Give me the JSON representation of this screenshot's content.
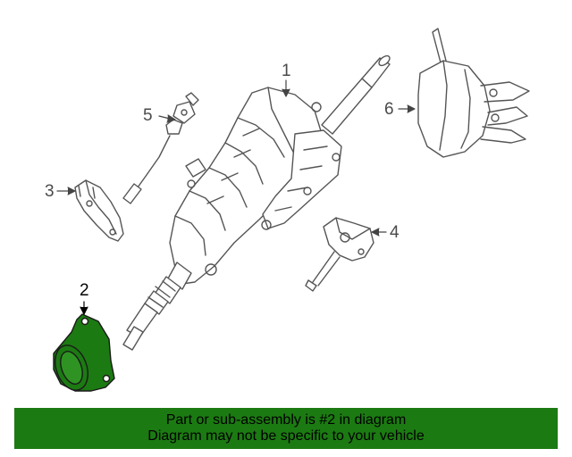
{
  "callouts": {
    "part1": "1",
    "part2": "2",
    "part3": "3",
    "part4": "4",
    "part5": "5",
    "part6": "6"
  },
  "banner": {
    "line1": "Part or sub-assembly is #2 in diagram",
    "line2": "Diagram may not be specific to your vehicle"
  },
  "colors": {
    "highlight": "#1c7a12",
    "line": "#555555",
    "banner_bg": "#1c7a12"
  },
  "highlighted_part": "2"
}
